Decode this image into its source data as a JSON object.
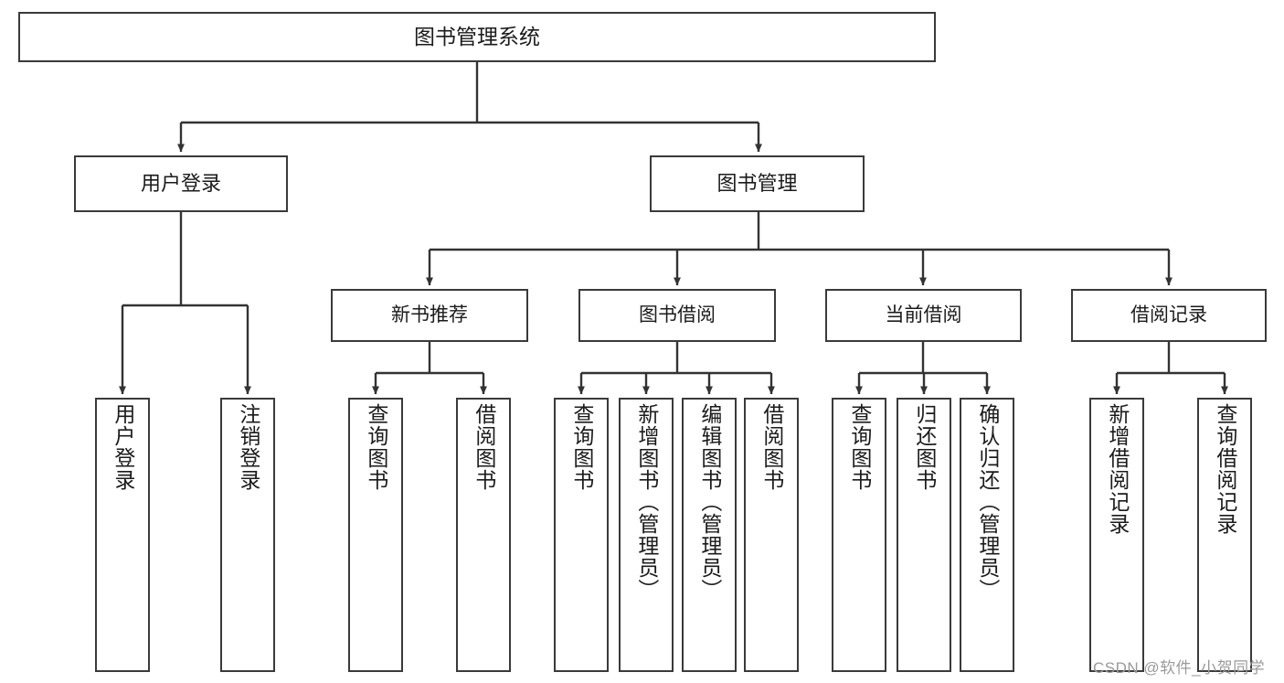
{
  "diagram": {
    "title": "图书管理系统",
    "type": "functional-structure-tree",
    "colors": {
      "box_border": "#3a3a3a",
      "box_fill": "#ffffff",
      "connector": "#333333",
      "text": "#1b1b1b",
      "watermark": "#9a9a9a",
      "background": "#ffffff"
    },
    "watermark": "CSDN @软件_小贺同学",
    "nodes": {
      "root": {
        "label": "图书管理系统"
      },
      "level2": [
        {
          "label": "用户登录"
        },
        {
          "label": "图书管理"
        }
      ],
      "level3": [
        {
          "label": "新书推荐"
        },
        {
          "label": "图书借阅"
        },
        {
          "label": "当前借阅"
        },
        {
          "label": "借阅记录"
        }
      ],
      "leaves_user_login": [
        {
          "label": "用户登录"
        },
        {
          "label": "注销登录"
        }
      ],
      "leaves_new_book": [
        {
          "label": "查询图书"
        },
        {
          "label": "借阅图书"
        }
      ],
      "leaves_borrow": [
        {
          "label": "查询图书"
        },
        {
          "label": "新增图书（管理员）"
        },
        {
          "label": "编辑图书（管理员）"
        },
        {
          "label": "借阅图书"
        }
      ],
      "leaves_current": [
        {
          "label": "查询图书"
        },
        {
          "label": "归还图书"
        },
        {
          "label": "确认归还（管理员）"
        }
      ],
      "leaves_records": [
        {
          "label": "新增借阅记录"
        },
        {
          "label": "查询借阅记录"
        }
      ]
    }
  }
}
